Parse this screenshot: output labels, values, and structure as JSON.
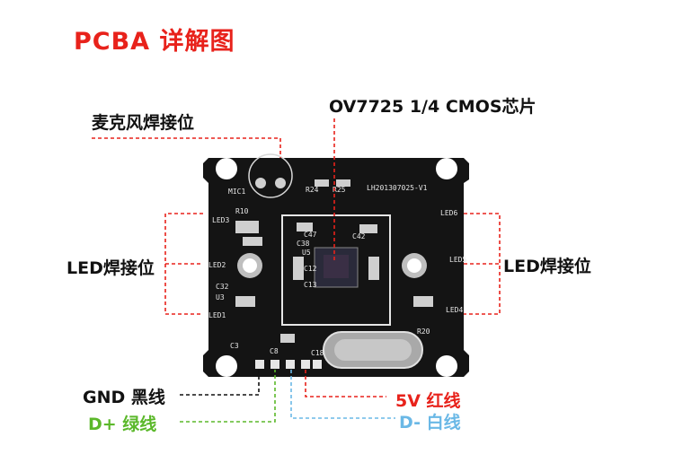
{
  "title": "PCBA 详解图",
  "labels": {
    "mic": "麦克风焊接位",
    "sensor": "OV7725 1/4 CMOS芯片",
    "led_left": "LED焊接位",
    "led_right": "LED焊接位",
    "gnd": "GND 黑线",
    "dplus": "D+ 绿线",
    "v5": "5V 红线",
    "dminus": "D- 白线"
  },
  "silkscreen": {
    "mic1": "MIC1",
    "r24": "R24",
    "r25": "R25",
    "part_no": "LH201307025-V1",
    "led3": "LED3",
    "r10": "R10",
    "c47": "C47",
    "c38": "C38",
    "c42": "C42",
    "u5": "U5",
    "c12": "C12",
    "c13": "C13",
    "led2": "LED2",
    "c32": "C32",
    "u3": "U3",
    "led1": "LED1",
    "c3": "C3",
    "c8": "C8",
    "c18": "C18",
    "led6": "LED6",
    "led5": "LED5",
    "led4": "LED4",
    "r20": "R20"
  },
  "colors": {
    "title": "#e8221b",
    "red_wire": "#e8221b",
    "green_wire": "#5bb82a",
    "white_wire": "#6ab8e6",
    "black_wire": "#111111",
    "board": "#141414"
  }
}
